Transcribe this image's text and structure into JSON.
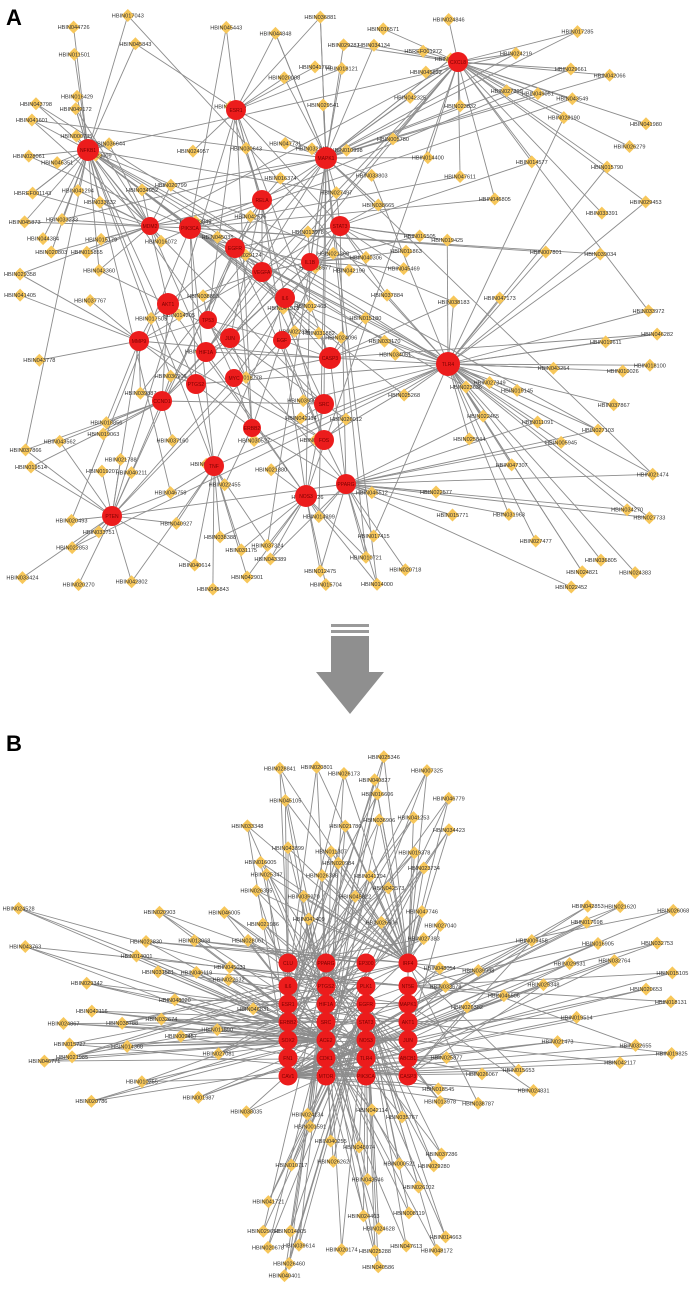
{
  "panel_a": {
    "letter": "A",
    "diamond_labels": [
      "HBIN024096",
      "HBIN023609",
      "HBIN012463",
      "HBIN020493",
      "HBIN011863",
      "HBIN007602",
      "HBIN034190",
      "HBIN010998",
      "HBIN023832",
      "HBIN037884",
      "HBIN045843",
      "HBIN024383",
      "HBIN043360",
      "HBIN041980",
      "HBIN022895",
      "HBIN047611",
      "HBIN042802",
      "HBIN032947",
      "HBIN038665",
      "HBIN021788",
      "HBIN042576",
      "HBIN022853",
      "HBIN040927",
      "HBIN019145",
      "HBIN036644",
      "HBIN041760",
      "HBIN020803",
      "HBIN023636",
      "HBIN029453",
      "HBIN045026",
      "HBIN038577",
      "HBIN024957",
      "HBIN027399",
      "HBIN024821",
      "HBIN034270",
      "HBIN016571",
      "HBIN016072",
      "HBIN025844",
      "HBIN040614",
      "HBIN045873",
      "HBIN045469",
      "HBIN020270",
      "HBIN014399",
      "HBIN019207",
      "HBIN015790",
      "HBIN043798",
      "HBIN022465",
      "HBIN015771",
      "HBIN046759",
      "HBIN044726",
      "HBIN046512",
      "HBIN043549",
      "HBIN029287",
      "HBIN038895",
      "HBIN033233",
      "HBIN020799",
      "HBIN049051",
      "HBIN017043",
      "HBIN020008",
      "HBIN021368",
      "HBIN037866",
      "HBIN024823",
      "HBIN031175",
      "HBIN027349",
      "HBIN003849",
      "HBIN011501",
      "HBIN034052",
      "HBIN043778",
      "HBIN013978",
      "HBIN017415",
      "HBIN040306",
      "HBIN033751",
      "HBIN038183",
      "HBIN037867",
      "HBIN012475",
      "HBIN039034",
      "HBIN026012",
      "HBIN027477",
      "HBIN014000",
      "HBIN022577",
      "HBIN046282",
      "HBIN019425",
      "HBIN047307",
      "HBIN042199",
      "HBIN027103",
      "HBIN015704",
      "HBIN017509",
      "HBIN045443",
      "HBIN033972",
      "HBIN044384",
      "HBIN039887",
      "HBIN037160",
      "HBIN038388",
      "HBIN028190",
      "HBIN029124",
      "HBIN019611",
      "HBIN049172",
      "HBIN041918",
      "HBIN043562",
      "HBIN031882",
      "HBIN042066",
      "HBIN047731",
      "HBIN044848",
      "HBIN019063",
      "HBIN017285",
      "HBIN033803",
      "HBIN030643",
      "HBIN047173",
      "HBIN036906",
      "HBIN036805",
      "HBIN043389",
      "HBIN007801",
      "HBIN000735",
      "HBIN020718",
      "HBIN037866",
      "HBIN010026",
      "HBIN011091",
      "HBIN021606",
      "HBIN018856",
      "HBIN018100",
      "HBIN033170",
      "HBIN015179",
      "HBIN005945",
      "HBIN015180",
      "HBIN016505",
      "HBIN016429",
      "HBIN037324",
      "HBIN033391",
      "HBIN042901",
      "HBIN043254",
      "HBIN034134",
      "HBIN029541",
      "HBIN027497",
      "HBIN014205",
      "HBIN005780",
      "HBIN025268",
      "HBIN018121",
      "HBIN041405",
      "HBIN036881",
      "HBIN045822",
      "HBIN041294",
      "HBIN039998",
      "HBIN027733",
      "HBIN022452",
      "HBREF001143",
      "HBREF001272",
      "HBIN042325",
      "HBIN028061",
      "HBIN033632",
      "HBIN046351",
      "HBIN010721",
      "HBIN015855",
      "HBIN022455",
      "HBIN030527",
      "HBIN014577",
      "HBIN037767",
      "HBIN024219",
      "HBIN016374",
      "HBIN029358",
      "HBIN046805",
      "HBIN019514",
      "HBIN042114",
      "HBIN021474",
      "HBIN026279",
      "HBIN045035",
      "HBIN021880",
      "HBIN040211",
      "HBIN034051",
      "HBIN018778",
      "HBIN033424",
      "HBIN014400",
      "HBIN029661",
      "HBIN031963",
      "HBIN024846",
      "HBIN041601",
      "HBIN045843"
    ],
    "hub_labels": [
      "NFKB1",
      "ESR1",
      "MAPK1",
      "RELA",
      "STAT3",
      "PIK3CA",
      "EGFR",
      "VEGFA",
      "AKT1",
      "TP53",
      "IL6",
      "MMP9",
      "JUN",
      "HIF1A",
      "CASP3",
      "PTGS2",
      "MYC",
      "CCND1",
      "SRC",
      "FOS",
      "TNF",
      "PPARG",
      "NOS3",
      "CXCL8",
      "PTEN",
      "TLR4",
      "EGF",
      "MDM2",
      "IL1B",
      "ERBB2"
    ]
  },
  "panel_b": {
    "letter": "B",
    "diamond_labels": [
      "HBIN026506",
      "HBIN024134",
      "HBIN021985",
      "HBIN039998",
      "HBIN041253",
      "HBIN025288",
      "HBIN046831",
      "HBIN046506",
      "HBIN020984",
      "HBIN039614",
      "HBIN046771",
      "HBIN048054",
      "HBIN041294",
      "HBIN000521",
      "HBIN046005",
      "HBIN033678",
      "HBIN007325",
      "HBIN008119",
      "HBIN022632",
      "HBIN042117",
      "HBIN041409",
      "HBIN047613",
      "HBIN048020",
      "HBIN032764",
      "HBIN043899",
      "HBIN010717",
      "HBIN010255",
      "HBIN009458",
      "HBIN042573",
      "HBIN013978",
      "HBIN013068",
      "HBIN015653",
      "HBIN020801",
      "HBIN020174",
      "HBIN020903",
      "HBIN018131",
      "HBIN026173",
      "HBIN043546",
      "HBIN021986",
      "HBIN017698",
      "HBIN023734",
      "HBIN024403",
      "HBIN014368",
      "HBIN019514",
      "HBIN026386",
      "HBIN048074",
      "HBIN029342",
      "HBIN027040",
      "HBIN047746",
      "HBIN026262",
      "HBIN020786",
      "HBIN025877",
      "HBIN033348",
      "HBIN040586",
      "HBIN046119",
      "HBIN026382",
      "HBIN028841",
      "HBIN029280",
      "HBIN023830",
      "HBIN032655",
      "HBIN019378",
      "HBIN014005",
      "HBIN014001",
      "HBIN016905",
      "HBIN045822",
      "HBIN040255",
      "HBIN028061",
      "HBIN032753",
      "HBIN046779",
      "HBIN035767",
      "HBIN032674",
      "HBIN019825",
      "HBIN045105",
      "HBIN048172",
      "HBIN001987",
      "HBIN029531",
      "HBIN025347",
      "HBIN024628",
      "HBIN011590",
      "HBIN021473",
      "HBIN034423",
      "HBIN038035",
      "HBIN043763",
      "HBIN025348",
      "HBIN016606",
      "HBIN014663",
      "HBIN038788",
      "HBIN038787",
      "HBIN026385",
      "HBIN001591",
      "HBIN009457",
      "HBIN021620",
      "HBIN036906",
      "HBIN037286",
      "HBIN024528",
      "HBIN024831",
      "HBIN021786",
      "HBIN020678",
      "HBIN024867",
      "HBIN042853",
      "HBIN025346",
      "HBIN026102",
      "HBIN042116",
      "HBIN020653",
      "HBIN040827",
      "HBIN042114",
      "HBIN031581",
      "HBIN026067",
      "HBIN035270",
      "HBIN041721",
      "HBIN045031",
      "HBIN018545",
      "HBIN027383",
      "HBIN029658",
      "HBIN027081",
      "HBIN026068",
      "HBIN016005",
      "HBIN026460",
      "HBIN015727",
      "HBIN015105",
      "HBIN011307",
      "HBIN040401"
    ],
    "hub_labels": [
      "CLU",
      "PPARG",
      "EP300",
      "IRF4",
      "IL6",
      "PTGS2",
      "PLK1",
      "NT5E",
      "ESR1",
      "HIF1A",
      "EGFR",
      "MAPK1",
      "ERBB2",
      "SRC",
      "STAT3",
      "AKT1",
      "SOX2",
      "ACE2",
      "NOS3",
      "JUN",
      "FN1",
      "CDK1",
      "TLR4",
      "ABCB1",
      "CAV1",
      "MTOR",
      "PIK3CA",
      "CASP3"
    ]
  }
}
